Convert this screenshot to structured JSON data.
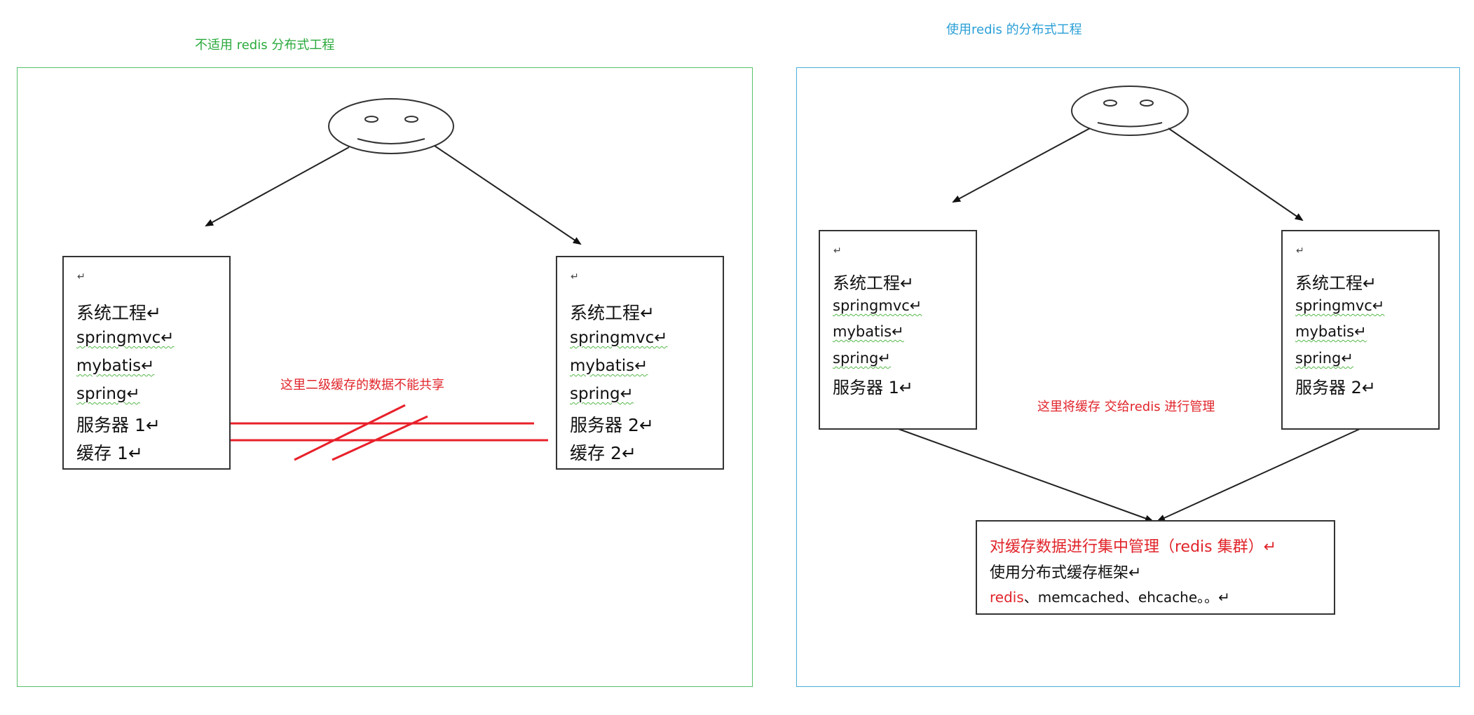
{
  "left": {
    "title": "不适用 redis  分布式工程",
    "box1": {
      "lines": [
        "↵",
        "系统工程↵",
        "springmvc↵",
        "mybatis↵",
        "spring↵",
        "服务器 1↵",
        "缓存 1↵"
      ]
    },
    "box2": {
      "lines": [
        "↵",
        "系统工程↵",
        "springmvc↵",
        "mybatis↵",
        "spring↵",
        "服务器 2↵",
        "缓存 2↵"
      ]
    },
    "annotation": "这里二级缓存的数据不能共享"
  },
  "right": {
    "title": "使用redis 的分布式工程",
    "box1": {
      "lines": [
        "↵",
        "系统工程↵",
        "springmvc↵",
        "mybatis↵",
        "spring↵",
        "服务器 1↵"
      ]
    },
    "box2": {
      "lines": [
        "↵",
        "系统工程↵",
        "springmvc↵",
        "mybatis↵",
        "spring↵",
        "服务器 2↵"
      ]
    },
    "annotation": "这里将缓存 交给redis 进行管理",
    "central": {
      "line1": "对缓存数据进行集中管理（redis 集群）↵",
      "line2": "使用分布式缓存框架↵",
      "line3_red": "redis",
      "line3_rest": "、memcached、ehcache。。↵"
    }
  },
  "colors": {
    "left_title": "#2aaa3c",
    "left_border": "#58c06a",
    "right_title": "#2a9fd6",
    "right_border": "#4aaed8",
    "annotation": "#e0242a",
    "cross_lines": "#e8202a"
  }
}
